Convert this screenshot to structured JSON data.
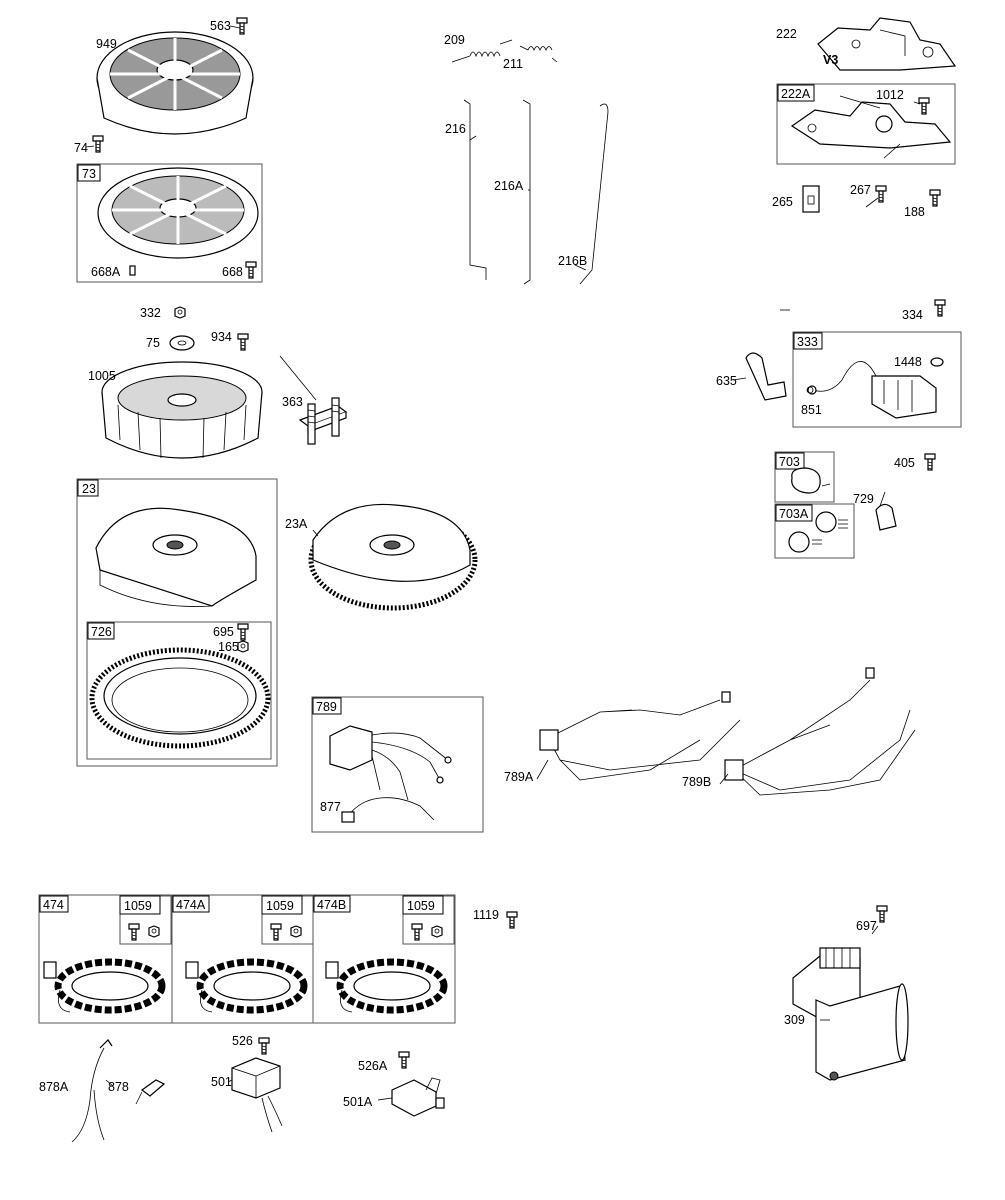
{
  "labels": {
    "p949": "949",
    "p563": "563",
    "p74": "74",
    "p73": "73",
    "p668A": "668A",
    "p668": "668",
    "p332": "332",
    "p75": "75",
    "p934": "934",
    "p1005": "1005",
    "p363": "363",
    "p23": "23",
    "p23A": "23A",
    "p726": "726",
    "p695": "695",
    "p165": "165",
    "p209": "209",
    "p211": "211",
    "p216": "216",
    "p216A": "216A",
    "p216B": "216B",
    "p222": "222",
    "pV3": "V3",
    "p222A": "222A",
    "p1012": "1012",
    "p265": "265",
    "p267": "267",
    "p188": "188",
    "p334": "334",
    "p635": "635",
    "p333": "333",
    "p1448": "1448",
    "p851": "851",
    "p703": "703",
    "p405": "405",
    "p703A": "703A",
    "p729": "729",
    "p789": "789",
    "p877": "877",
    "p789A": "789A",
    "p789B": "789B",
    "p474": "474",
    "p474A": "474A",
    "p474B": "474B",
    "p1059a": "1059",
    "p1059b": "1059",
    "p1059c": "1059",
    "p1119": "1119",
    "p697": "697",
    "p309": "309",
    "p526": "526",
    "p526A": "526A",
    "p878A": "878A",
    "p878": "878",
    "p501": "501",
    "p501A": "501A"
  }
}
